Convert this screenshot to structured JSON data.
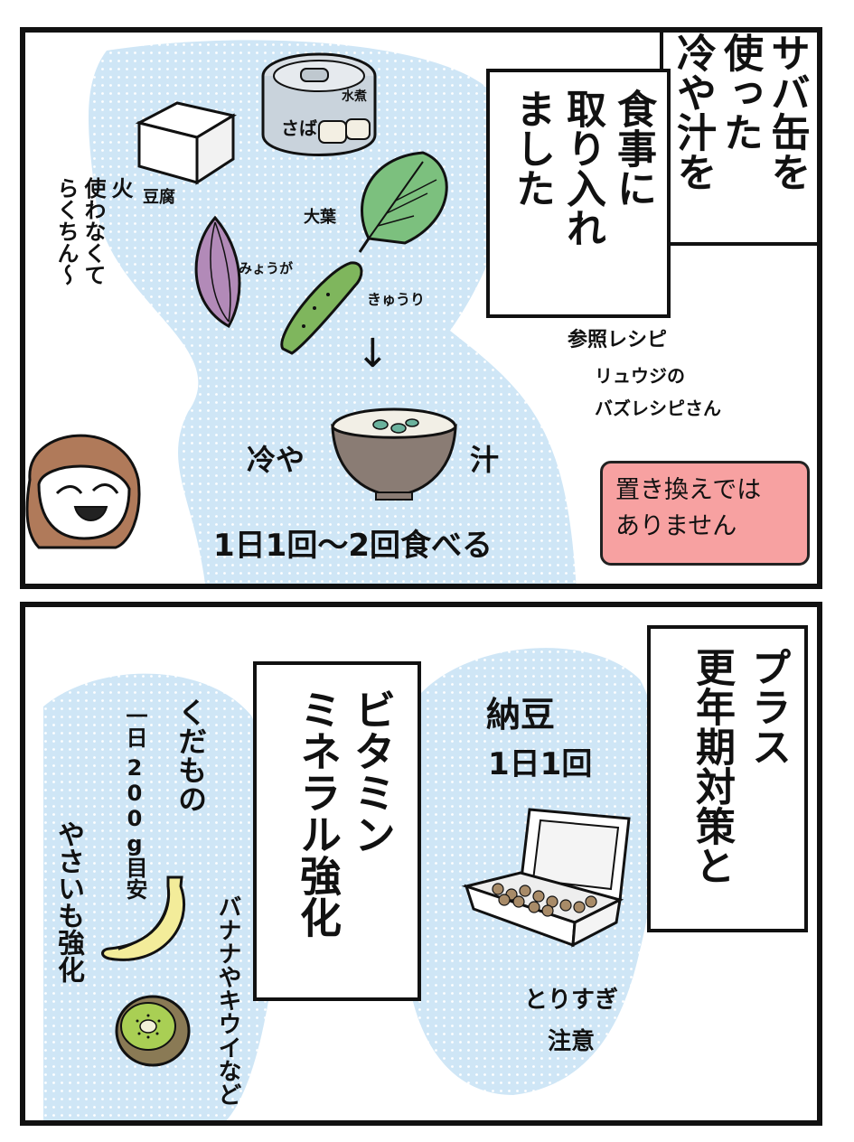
{
  "panel1": {
    "title_lines": [
      "サバ缶を",
      "使った",
      "冷や汁を"
    ],
    "title2_lines": [
      "食事に",
      "取り入れ",
      "ました"
    ],
    "labels": {
      "tofu": "豆腐",
      "can_saba": "さば",
      "can_mizuni": "水煮",
      "ooba": "大葉",
      "myouga": "みょうが",
      "kyuuri": "きゅうり"
    },
    "hiyajiru": {
      "left": "冷や",
      "right": "汁"
    },
    "frequency": "1日1回～2回食べる",
    "side_comment": [
      "火",
      "使わなくて",
      "らくちん～"
    ],
    "reference": [
      "参照レシピ",
      "リュウジの",
      "バズレシピさん"
    ],
    "notice_lines": [
      "置き換えでは",
      "ありません"
    ],
    "arrow": "↓",
    "colors": {
      "dots": "#cfe6f6",
      "notice_bg": "#f7a1a1",
      "can": "#c9d3dc",
      "leaf": "#7cc07e",
      "cucumber": "#7fb65d",
      "bowl": "#8a7c74"
    }
  },
  "panel2": {
    "title_lines": [
      "プラス",
      "更年期対策と"
    ],
    "vitamin_lines": [
      "ビタミン",
      "ミネラル強化"
    ],
    "natto": [
      "納豆",
      "1日1回"
    ],
    "natto_note": [
      "とりすぎ",
      "注意"
    ],
    "fruit": [
      "くだもの",
      "一日",
      "200g目安"
    ],
    "veg": [
      "やさいも強化"
    ],
    "fruit_examples": [
      "バナナやキウイなど"
    ],
    "colors": {
      "banana": "#f3ec9a",
      "kiwi_out": "#8a7a55",
      "kiwi_in": "#a9cf54",
      "natto": "#a88b68"
    }
  }
}
